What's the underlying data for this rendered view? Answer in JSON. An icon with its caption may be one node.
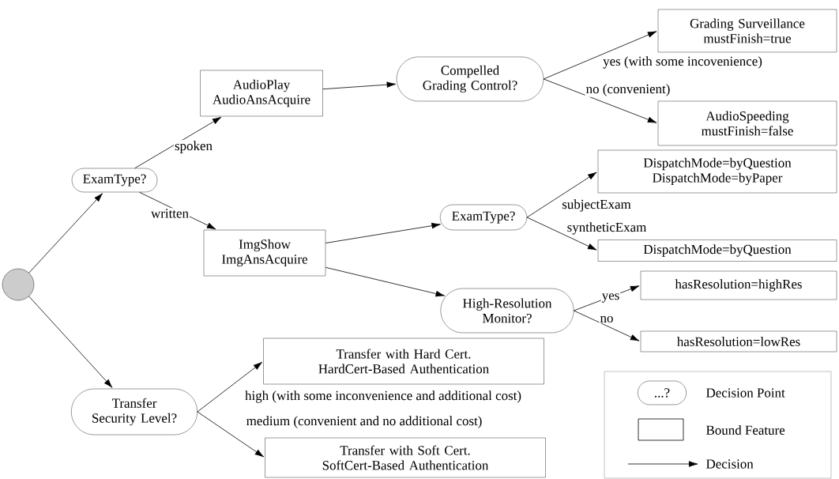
{
  "diagram": {
    "nodes": [
      {
        "text": [],
        "shape": "circle"
      },
      {
        "text": [
          "ExamType?"
        ]
      },
      {
        "text": [
          "AudioPlay",
          "AudioAnsAcquire"
        ]
      },
      {
        "text": [
          "Compelled Grading Control?"
        ]
      },
      {
        "text": [
          "Grading Surveillance",
          "mustFinish=true"
        ]
      },
      {
        "text": [
          "AudioSpeeding",
          "mustFinish=false"
        ]
      },
      {
        "text": [
          "ImgShow",
          "ImgAnsAcquire"
        ]
      },
      {
        "text": [
          "ExamType?"
        ]
      },
      {
        "text": [
          "DispatchMode=byQuestion",
          "DispatchMode=byPaper"
        ]
      },
      {
        "text": [
          "DispatchMode=byQuestion"
        ]
      },
      {
        "text": [
          "High-Resolution Monitor?"
        ]
      },
      {
        "text": [
          "hasResolution=highRes"
        ]
      },
      {
        "text": [
          "hasResolution=lowRes"
        ]
      },
      {
        "text": [
          "Transfer Security Level?"
        ]
      },
      {
        "text": [
          "Transfer with Hard Cert.",
          "HardCert-Based Authentication"
        ]
      },
      {
        "text": [
          "Transfer with Soft Cert.",
          "SoftCert-Based Authentication"
        ]
      }
    ],
    "edges": [
      {
        "from": 0,
        "to": 1,
        "arrow": "to"
      },
      {
        "from": 0,
        "to": 13,
        "arrow": "to"
      },
      {
        "from": 1,
        "to": 2,
        "arrow": "to",
        "label": "spoken"
      },
      {
        "from": 1,
        "to": 6,
        "arrow": "to",
        "label": "written"
      },
      {
        "from": 2,
        "to": 3,
        "arrow": "to"
      },
      {
        "from": 3,
        "to": 4,
        "arrow": "to",
        "label": "yes (with some incovenience)"
      },
      {
        "from": 3,
        "to": 5,
        "arrow": "to",
        "label": "no (convenient)"
      },
      {
        "from": 6,
        "to": 7,
        "arrow": "to"
      },
      {
        "from": 6,
        "to": 10,
        "arrow": "to"
      },
      {
        "from": 7,
        "to": 8,
        "arrow": "to",
        "label": "subjectExam"
      },
      {
        "from": 7,
        "to": 9,
        "arrow": "to",
        "label": "syntheticExam"
      },
      {
        "from": 10,
        "to": 11,
        "arrow": "to",
        "label": "yes"
      },
      {
        "from": 10,
        "to": 12,
        "arrow": "to",
        "label": "no"
      },
      {
        "from": 13,
        "to": 14,
        "arrow": "to",
        "label": "high (with some inconvenience and additional cost)"
      },
      {
        "from": 13,
        "to": 15,
        "arrow": "to",
        "label": "medium (convenient and no additional cost)"
      }
    ],
    "labels": [
      "...?"
    ],
    "legend": [
      {
        "text": "Decision Point"
      },
      {
        "text": "Bound Feature"
      },
      {
        "text": "Decision"
      }
    ]
  }
}
